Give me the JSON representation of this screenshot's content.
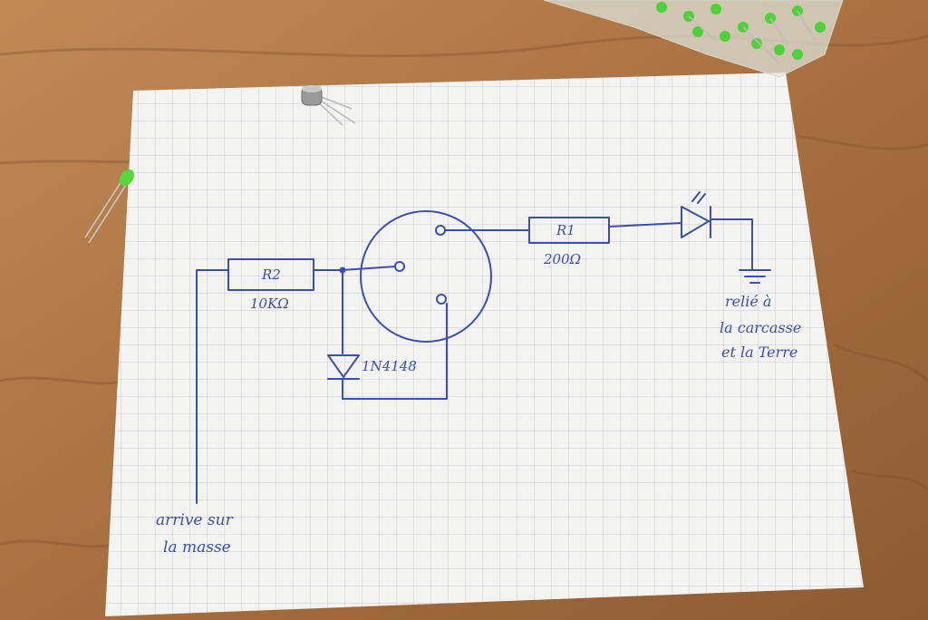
{
  "colors": {
    "wood": "#b07a48",
    "paper": "#f2f2f0",
    "grid": "#c9ccd3",
    "ink": "#3a4fb0",
    "led_green": "#4fd13a"
  },
  "schematic": {
    "r2_label": "R2",
    "r2_value": "10KΩ",
    "r1_label": "R1",
    "r1_value": "200Ω",
    "diode_label": "1N4148",
    "input_note_line1": "arrive sur",
    "input_note_line2": "la masse",
    "ground_note_line1": "relié à",
    "ground_note_line2": "la carcasse",
    "ground_note_line3": "et la Terre"
  },
  "objects": {
    "transistor": "to-transistor",
    "green_led": "green-led",
    "led_bag": "bag-of-green-leds"
  }
}
